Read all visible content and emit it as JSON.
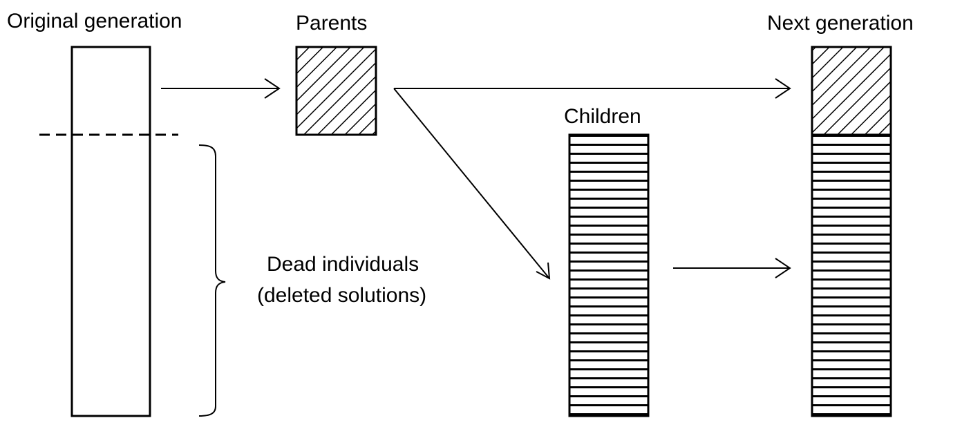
{
  "labels": {
    "original_generation": "Original generation",
    "parents": "Parents",
    "children": "Children",
    "next_generation": "Next generation",
    "dead_line1": "Dead individuals",
    "dead_line2": "(deleted solutions)"
  },
  "colors": {
    "stroke": "#000000",
    "background": "#ffffff"
  }
}
